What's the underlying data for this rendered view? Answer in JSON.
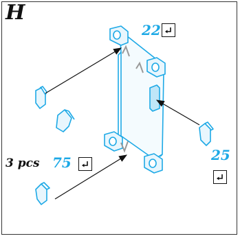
{
  "step": {
    "letter": "H"
  },
  "callouts": {
    "top_right": {
      "number": "22",
      "icon": "enter-icon"
    },
    "left": {
      "quantity": "3 pcs",
      "number": "75",
      "icon": "enter-icon"
    },
    "bottom_right": {
      "number": "25",
      "icon": "enter-icon"
    }
  },
  "colors": {
    "part": "#1da9e6",
    "part_fill": "#e8f6fd",
    "arrow": "#111111",
    "grey": "#999999"
  }
}
